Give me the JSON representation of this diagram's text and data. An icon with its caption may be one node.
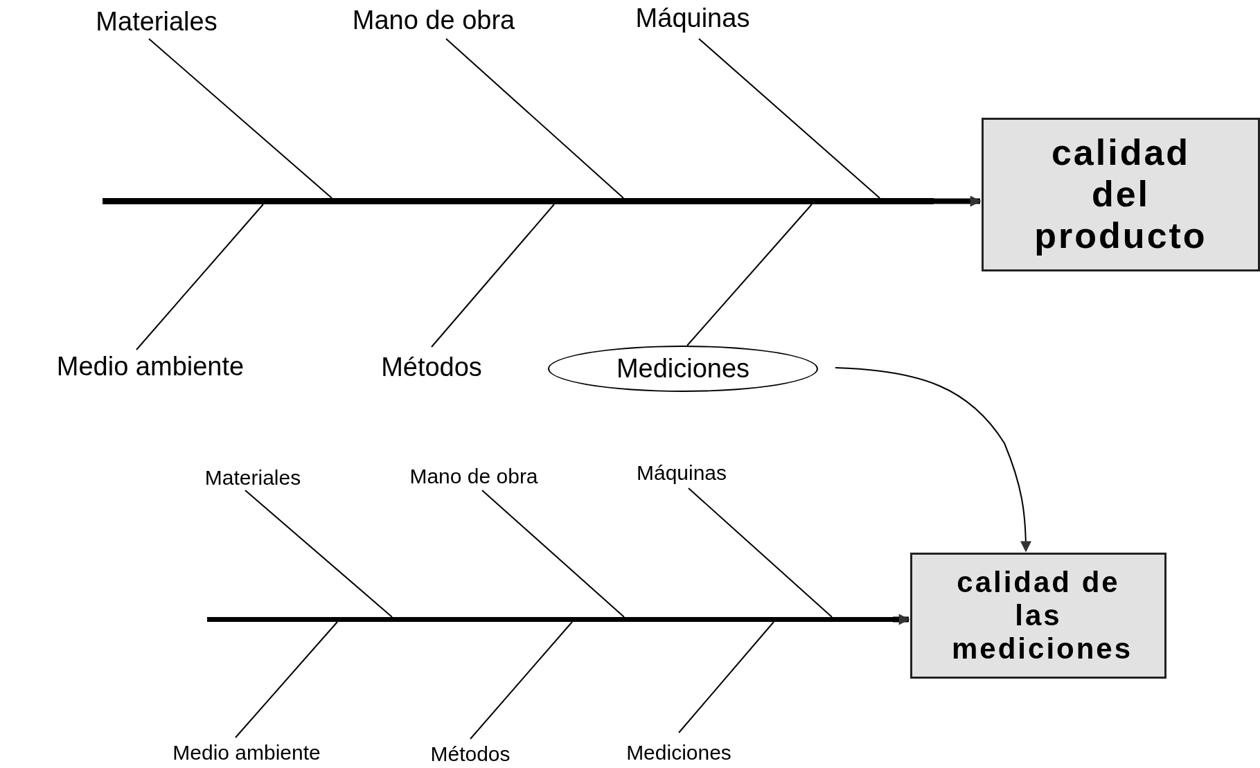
{
  "diagram": {
    "nodes": [
      {
        "text": [
          "Materiales"
        ]
      },
      {
        "text": [
          "Mano de obra"
        ]
      },
      {
        "text": [
          "Máquinas"
        ]
      },
      {
        "text": [],
        "shape": "bar"
      },
      {
        "text": [
          "calidad del producto"
        ]
      },
      {
        "text": [
          "Medio ambiente"
        ]
      },
      {
        "text": [
          "Métodos"
        ]
      },
      {
        "text": [
          "Mediciones"
        ]
      },
      {
        "text": [
          "Materiales"
        ]
      },
      {
        "text": [
          "Mano de obra"
        ]
      },
      {
        "text": [
          "Máquinas"
        ]
      },
      {
        "text": [],
        "shape": "bar"
      },
      {
        "text": [
          "calidad de las mediciones"
        ]
      },
      {
        "text": [
          "Medio ambiente"
        ]
      },
      {
        "text": [
          "Métodos"
        ]
      },
      {
        "text": [
          "Mediciones"
        ]
      }
    ],
    "edges": [
      {
        "from": 0,
        "to": 3,
        "arrow": "none"
      },
      {
        "from": 1,
        "to": 3,
        "arrow": "none"
      },
      {
        "from": 2,
        "to": 3,
        "arrow": "none"
      },
      {
        "from": 5,
        "to": 3,
        "arrow": "none"
      },
      {
        "from": 6,
        "to": 3,
        "arrow": "none"
      },
      {
        "from": 7,
        "to": 3,
        "arrow": "none"
      },
      {
        "from": 3,
        "to": 4,
        "arrow": "to",
        "style": "thick"
      },
      {
        "from": 7,
        "to": 12,
        "arrow": "to"
      },
      {
        "from": 8,
        "to": 11,
        "arrow": "none"
      },
      {
        "from": 9,
        "to": 11,
        "arrow": "none"
      },
      {
        "from": 10,
        "to": 11,
        "arrow": "none"
      },
      {
        "from": 13,
        "to": 11,
        "arrow": "none"
      },
      {
        "from": 14,
        "to": 11,
        "arrow": "none"
      },
      {
        "from": 15,
        "to": 11,
        "arrow": "none"
      },
      {
        "from": 11,
        "to": 12,
        "arrow": "to",
        "style": "thick"
      }
    ]
  }
}
